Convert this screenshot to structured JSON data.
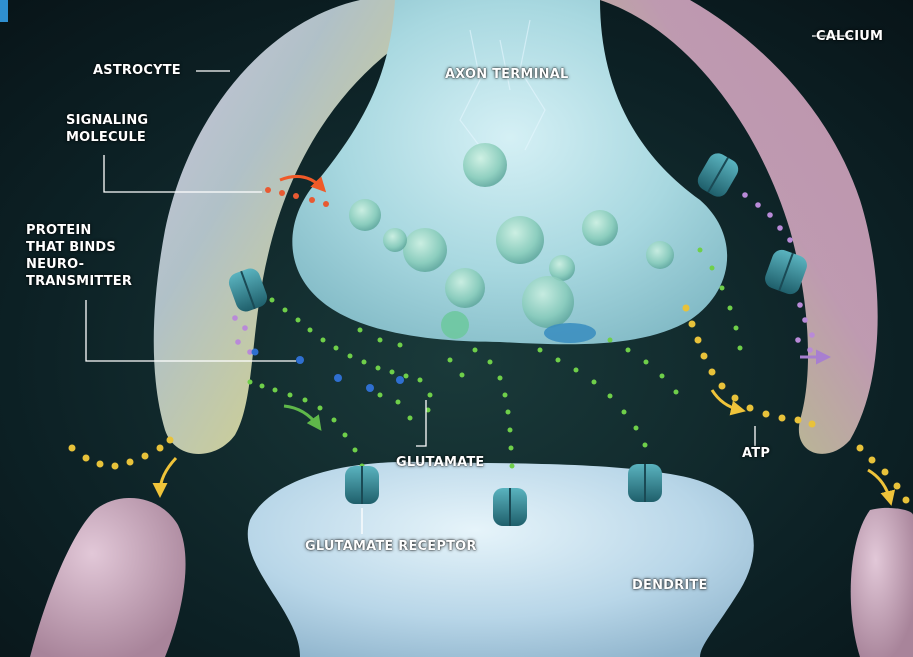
{
  "labels": {
    "astrocyte": "ASTROCYTE",
    "axon_terminal": "AXON TERMINAL",
    "calcium": "CALCIUM",
    "signaling_molecule": "SIGNALING\nMOLECULE",
    "protein": "PROTEIN\nTHAT BINDS\nNEURO-\nTRANSMITTER",
    "glutamate": "GLUTAMATE",
    "atp": "ATP",
    "glutamate_receptor": "GLUTAMATE RECEPTOR",
    "dendrite": "DENDRITE"
  },
  "colors": {
    "background": "#0b1c20",
    "label_text": "#ffffff",
    "leader_line": "#ffffff",
    "accent_bar": "#2f8fd0",
    "glutamate_dots": "#6fcf4a",
    "atp_dots": "#e8c23a",
    "calcium_dots": "#b98ad8",
    "signaling_dots": "#e85a32",
    "receptor": "#2a7d8a",
    "arrow_red": "#f05a28",
    "arrow_green": "#5fb84a",
    "arrow_yellow": "#f0c43a",
    "arrow_purple": "#a87fd0"
  }
}
